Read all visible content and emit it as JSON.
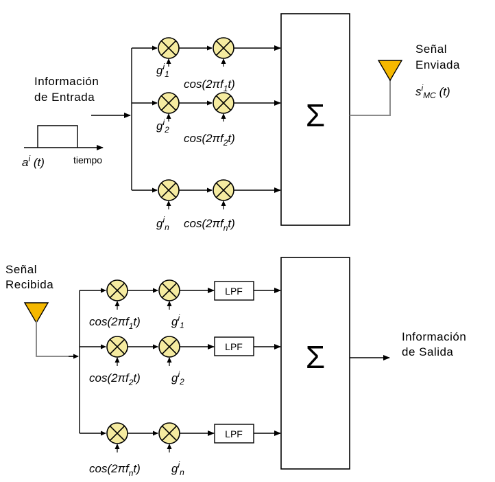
{
  "transmitter": {
    "input_label_line1": "Información",
    "input_label_line2": "de Entrada",
    "signal_label": "a",
    "signal_sup": "i",
    "signal_arg": " (t)",
    "time_label": "tiempo",
    "code_rows": [
      {
        "base": "g",
        "sup": "i",
        "sub": "1"
      },
      {
        "base": "g",
        "sup": "i",
        "sub": "2"
      },
      {
        "base": "g",
        "sup": "i",
        "sub": "n"
      }
    ],
    "carrier_rows": [
      {
        "pre": "cos(2",
        "pi": "π",
        "f": "f",
        "sub": "1",
        "post": "t)"
      },
      {
        "pre": "cos(2",
        "pi": "π",
        "f": "f",
        "sub": "2",
        "post": "t)"
      },
      {
        "pre": "cos(2",
        "pi": "π",
        "f": "f",
        "sub": "n",
        "post": "t)"
      }
    ],
    "sum_symbol": "Σ",
    "output_label_line1": "Señal",
    "output_label_line2": "Enviada",
    "output_signal_base": "s",
    "output_signal_sup": "i",
    "output_signal_sub": "MC",
    "output_signal_arg": " (t)"
  },
  "receiver": {
    "input_label_line1": "Señal",
    "input_label_line2": "Recibida",
    "carrier_rows": [
      {
        "pre": "cos(2",
        "pi": "π",
        "f": "f",
        "sub": "1",
        "post": "t)"
      },
      {
        "pre": "cos(2",
        "pi": "π",
        "f": "f",
        "sub": "2",
        "post": "t)"
      },
      {
        "pre": "cos(2",
        "pi": "π",
        "f": "f",
        "sub": "n",
        "post": "t)"
      }
    ],
    "code_rows": [
      {
        "base": "g",
        "sup": "i",
        "sub": "1"
      },
      {
        "base": "g",
        "sup": "i",
        "sub": "2"
      },
      {
        "base": "g",
        "sup": "i",
        "sub": "n"
      }
    ],
    "lpf_labels": [
      "LPF",
      "LPF",
      "LPF"
    ],
    "sum_symbol": "Σ",
    "output_label_line1": "Información",
    "output_label_line2": "de Salida"
  },
  "colors": {
    "mixer_fill": "#f5eba0",
    "antenna_fill": "#f5b800",
    "line": "#000000"
  }
}
